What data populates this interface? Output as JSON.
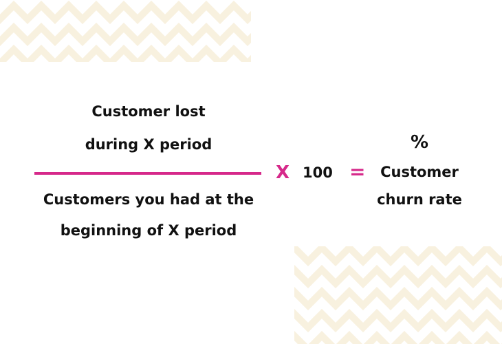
{
  "numerator": {
    "line_1": "Customer lost",
    "line_2": "during X period"
  },
  "denominator": {
    "line_1": "Customers you had at the",
    "line_2": "beginning of X period"
  },
  "operators": {
    "times": "X",
    "multiplier": "100",
    "equals": "="
  },
  "result": {
    "symbol": "%",
    "line_1": "Customer",
    "line_2": "churn rate"
  },
  "colors": {
    "accent": "#d6298a",
    "pattern": "#f8f1df",
    "text": "#111111",
    "background": "#ffffff"
  }
}
